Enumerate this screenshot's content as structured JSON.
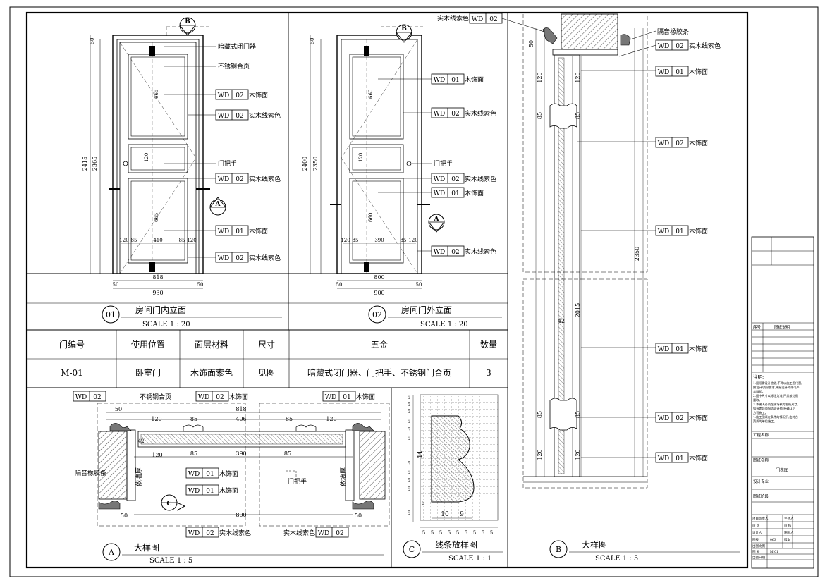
{
  "views": {
    "v01": {
      "num": "01",
      "title": "房间门内立面",
      "scale": "SCALE 1 : 20"
    },
    "v02": {
      "num": "02",
      "title": "房间门外立面",
      "scale": "SCALE 1 : 20"
    },
    "vA": {
      "num": "A",
      "title": "大样图",
      "scale": "SCALE 1 : 5"
    },
    "vC": {
      "num": "C",
      "title": "线条放样图",
      "scale": "SCALE 1 : 1"
    },
    "vB": {
      "num": "B",
      "title": "大样图",
      "scale": "SCALE 1 : 5"
    }
  },
  "schedule": {
    "headers": [
      "门编号",
      "使用位置",
      "面层材料",
      "尺寸",
      "五金",
      "数量"
    ],
    "row": [
      "M-01",
      "卧室门",
      "木饰面索色",
      "见图",
      "暗藏式闭门器、门把手、不锈钢门合页",
      "3"
    ]
  },
  "tags": {
    "wd": "WD",
    "n01": "01",
    "n02": "02"
  },
  "materials": {
    "wood_face": "木饰面",
    "solid_trim": "实木线索色",
    "closer": "暗藏式闭门器",
    "hinge": "不锈钢合页",
    "handle": "门把手",
    "rubber": "隔音橡胶条",
    "by_wall": "依墙厚",
    "trim_color": "实木线索色"
  },
  "markers": {
    "a": "A",
    "b": "B",
    "c": "C"
  },
  "dims": {
    "d01": {
      "h_total": "2415",
      "h_leaf": "2365",
      "w_leaf": "818",
      "w_total": "930",
      "top": "50",
      "side": "50",
      "p1": "665",
      "p2": "665",
      "mid": "120",
      "rails": [
        "120",
        "85",
        "410",
        "85",
        "120"
      ]
    },
    "d02": {
      "h_total": "2400",
      "h_leaf": "2350",
      "w_leaf": "800",
      "w_total": "900",
      "top": "50",
      "side": "50",
      "p1": "660",
      "p2": "660",
      "mid": "120",
      "rails": [
        "120",
        "85",
        "390",
        "85",
        "120"
      ]
    },
    "dA": {
      "a": "50",
      "b": "120",
      "c": "85",
      "d": "818",
      "e": "406",
      "f": "85",
      "g": "120",
      "h": "390",
      "i": "85",
      "j": "800",
      "k": "42",
      "l": "50",
      "m": "50"
    },
    "dC": {
      "top": "5",
      "h": "44",
      "w1": "10",
      "w2": "9",
      "cells": "5",
      "six": "6"
    },
    "dB": {
      "h": "2350",
      "leaf": "2015",
      "a": "50",
      "b": "120",
      "c": "85",
      "d": "42"
    }
  },
  "title_block": {
    "labels": {
      "seq": "序号",
      "drawing_desc": "图纸说明",
      "notes_head": "注明:",
      "project": "工程名称",
      "drawing_name": "图纸名称",
      "drawing_name_val": "门表图",
      "specialty": "设计专业",
      "stage": "图纸阶段",
      "pm": "项目负责人",
      "chief": "主持人",
      "review": "审 定",
      "check": "审 核",
      "designer": "设计人",
      "drafter": "制图人",
      "sheet_no": "图号",
      "sheet_no_val": "063",
      "version": "版本",
      "scale": "出图比例",
      "number": "图 号",
      "number_val": "M-01",
      "date": "出图日期"
    },
    "notes": [
      "1.图纸需设计验收,不得以施工图代替,",
      "按设计/资深要求,未经设计师许可严",
      "禁翻印。",
      "2.图中尺寸以标注为准,严禁按比例",
      "量取。",
      "3.承建人必须在现场核对图纸尺寸,",
      "如有差异须报告设计师,经确认后",
      "方可施工。",
      "4.施工图须在条件的情况下,由符合",
      "资质的单位施工。"
    ]
  }
}
